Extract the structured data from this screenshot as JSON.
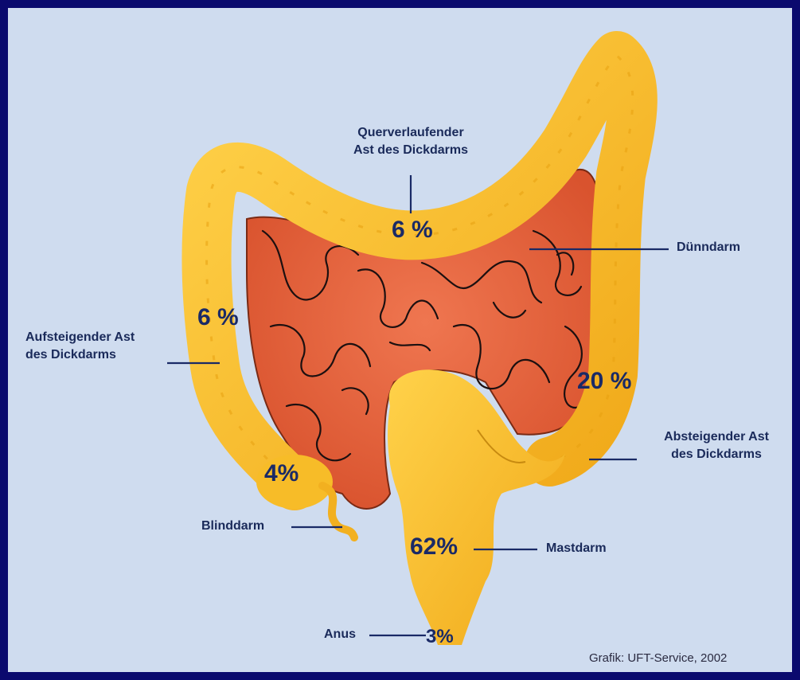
{
  "labels": {
    "transverse": [
      "Querverlaufender",
      "Ast des Dickdarms"
    ],
    "small_intestine": "Dünndarm",
    "ascending": [
      "Aufsteigender Ast",
      "des Dickdarms"
    ],
    "descending": [
      "Absteigender Ast",
      "des Dickdarms"
    ],
    "appendix": "Blinddarm",
    "rectum": "Mastdarm",
    "anus": "Anus"
  },
  "percentages": {
    "transverse": "6 %",
    "ascending": "6 %",
    "descending": "20 %",
    "cecum": "4%",
    "rectum": "62%",
    "anus": "3%"
  },
  "credit": "Grafik: UFT-Service, 2002",
  "colors": {
    "frame": "#0a0a6e",
    "background": "#cfdcef",
    "colon": "#f5b820",
    "small_intestine": "#e8643c",
    "text": "#1a2a5a"
  }
}
